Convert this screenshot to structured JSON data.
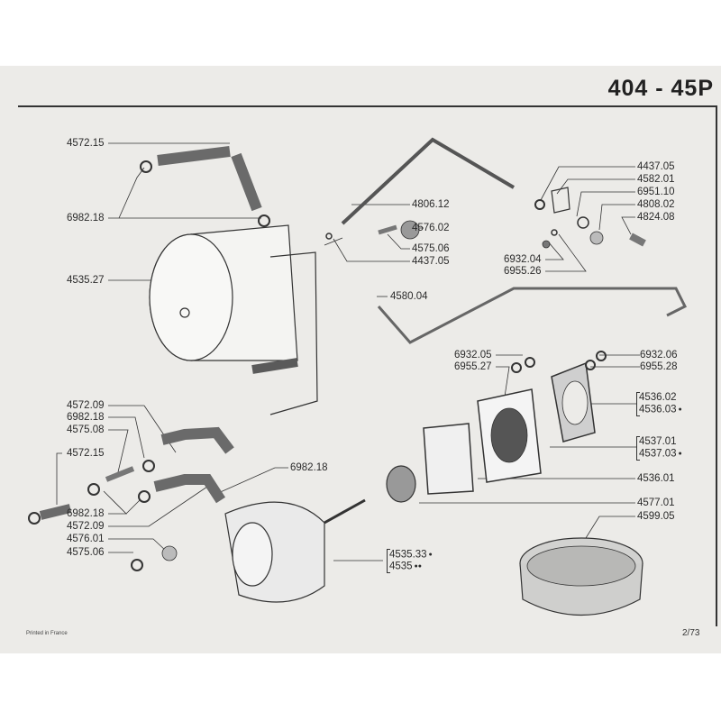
{
  "header": {
    "title": "404 - 45P"
  },
  "footer": {
    "printed": "Printed in France",
    "page": "2/73"
  },
  "labels": {
    "l1": "4572.15",
    "l2": "6982.18",
    "l3": "4535.27",
    "l4": "4572.09",
    "l5": "6982.18",
    "l6": "4575.08",
    "l7": "4572.15",
    "l8": "6982.18",
    "l9": "4572.09",
    "l10": "4576.01",
    "l11": "4575.06",
    "l12": "6982.18",
    "l13": "4806.12",
    "l14": "4576.02",
    "l15": "4575.06",
    "l16": "4437.05",
    "l17": "4580.04",
    "l18": "4437.05",
    "l19": "4582.01",
    "l20": "6951.10",
    "l21": "4808.02",
    "l22": "4824.08",
    "l23": "6932.04",
    "l24": "6955.26",
    "l25": "6932.05",
    "l26": "6955.27",
    "l27": "6932.06",
    "l28": "6955.28",
    "l29": "4536.02",
    "l30": "4536.03",
    "l31": "4537.01",
    "l32": "4537.03",
    "l33": "4536.01",
    "l34": "4577.01",
    "l35": "4599.05",
    "l36": "4535.33",
    "l37": "4535"
  },
  "colors": {
    "paper": "#ecebe8",
    "ink": "#2a2a2a"
  }
}
